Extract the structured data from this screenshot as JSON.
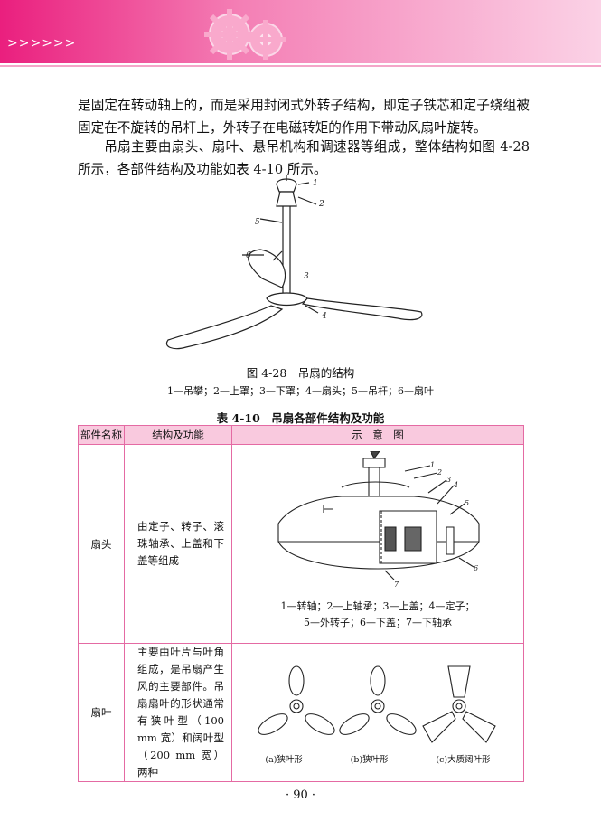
{
  "header": {
    "chevrons": ">>>>>>"
  },
  "body": {
    "para1": "是固定在转动轴上的，而是采用封闭式外转子结构，即定子铁芯和定子绕组被固定在不旋转的吊杆上，外转子在电磁转矩的作用下带动风扇叶旋转。",
    "para2": "吊扇主要由扇头、扇叶、悬吊机构和调速器等组成，整体结构如图 4-28 所示，各部件结构及功能如表 4-10 所示。"
  },
  "figure": {
    "caption": "图 4-28　吊扇的结构",
    "legend": "1—吊攀；2—上罩；3—下罩；4—扇头；5—吊杆；6—扇叶",
    "callouts": [
      "1",
      "2",
      "3",
      "4",
      "5",
      "6"
    ]
  },
  "table": {
    "title": "表 4-10　吊扇各部件结构及功能",
    "headers": [
      "部件名称",
      "结构及功能",
      "示　意　图"
    ],
    "rows": [
      {
        "name": "扇头",
        "function": "由定子、转子、滚珠轴承、上盖和下盖等组成",
        "diagram_callouts": [
          "1",
          "2",
          "3",
          "4",
          "5",
          "6",
          "7"
        ],
        "diagram_legend_1": "1—转轴；2—上轴承；3—上盖；4—定子；",
        "diagram_legend_2": "5—外转子；6—下盖；7—下轴承"
      },
      {
        "name": "扇叶",
        "function": "主要由叶片与叶角组成，是吊扇产生风的主要部件。吊扇扇叶的形状通常有狭叶型（100 mm 宽）和阔叶型（200 mm 宽）两种",
        "blade_captions": [
          "(a)狭叶形",
          "(b)狭叶形",
          "(c)大质阔叶形"
        ]
      }
    ]
  },
  "page_number": "· 90 ·"
}
